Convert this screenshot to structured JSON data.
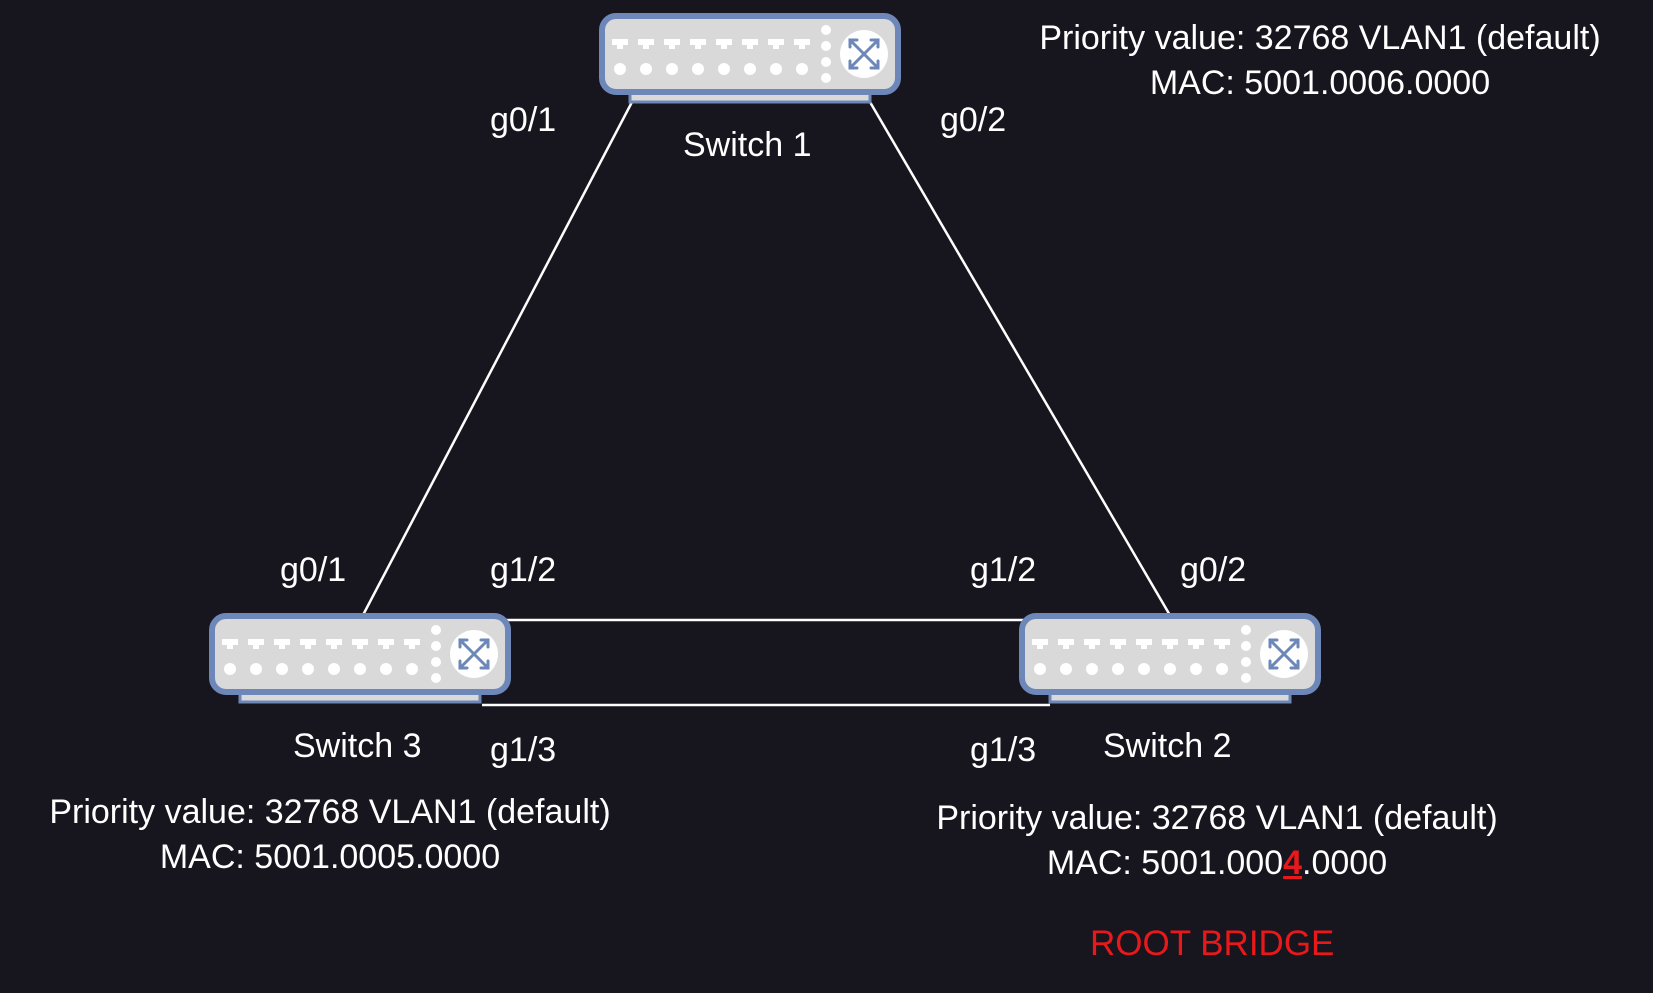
{
  "switches": [
    {
      "id": "s1",
      "name": "Switch 1",
      "priority": "Priority value: 32768 VLAN1 (default)",
      "mac_prefix": "MAC: 5001.000",
      "mac_digit": "6",
      "mac_suffix": ".0000",
      "mac_digit_highlighted": false
    },
    {
      "id": "s2",
      "name": "Switch 2",
      "priority": "Priority value: 32768 VLAN1 (default)",
      "mac_prefix": "MAC: 5001.000",
      "mac_digit": "4",
      "mac_suffix": ".0000",
      "mac_digit_highlighted": true,
      "role": "ROOT BRIDGE"
    },
    {
      "id": "s3",
      "name": "Switch 3",
      "priority": "Priority value: 32768 VLAN1 (default)",
      "mac_prefix": "MAC: 5001.000",
      "mac_digit": "5",
      "mac_suffix": ".0000",
      "mac_digit_highlighted": false
    }
  ],
  "links": [
    {
      "from": "s1",
      "from_port": "g0/1",
      "to": "s3",
      "to_port": "g0/1"
    },
    {
      "from": "s1",
      "from_port": "g0/2",
      "to": "s2",
      "to_port": "g0/2"
    },
    {
      "from": "s3",
      "from_port": "g1/2",
      "to": "s2",
      "to_port": "g1/2"
    },
    {
      "from": "s3",
      "from_port": "g1/3",
      "to": "s2",
      "to_port": "g1/3"
    }
  ],
  "colors": {
    "background": "#17151d",
    "text": "#ffffff",
    "highlight": "#e8181b",
    "switch_body": "#d9d9d9",
    "switch_border": "#6d87b8"
  }
}
